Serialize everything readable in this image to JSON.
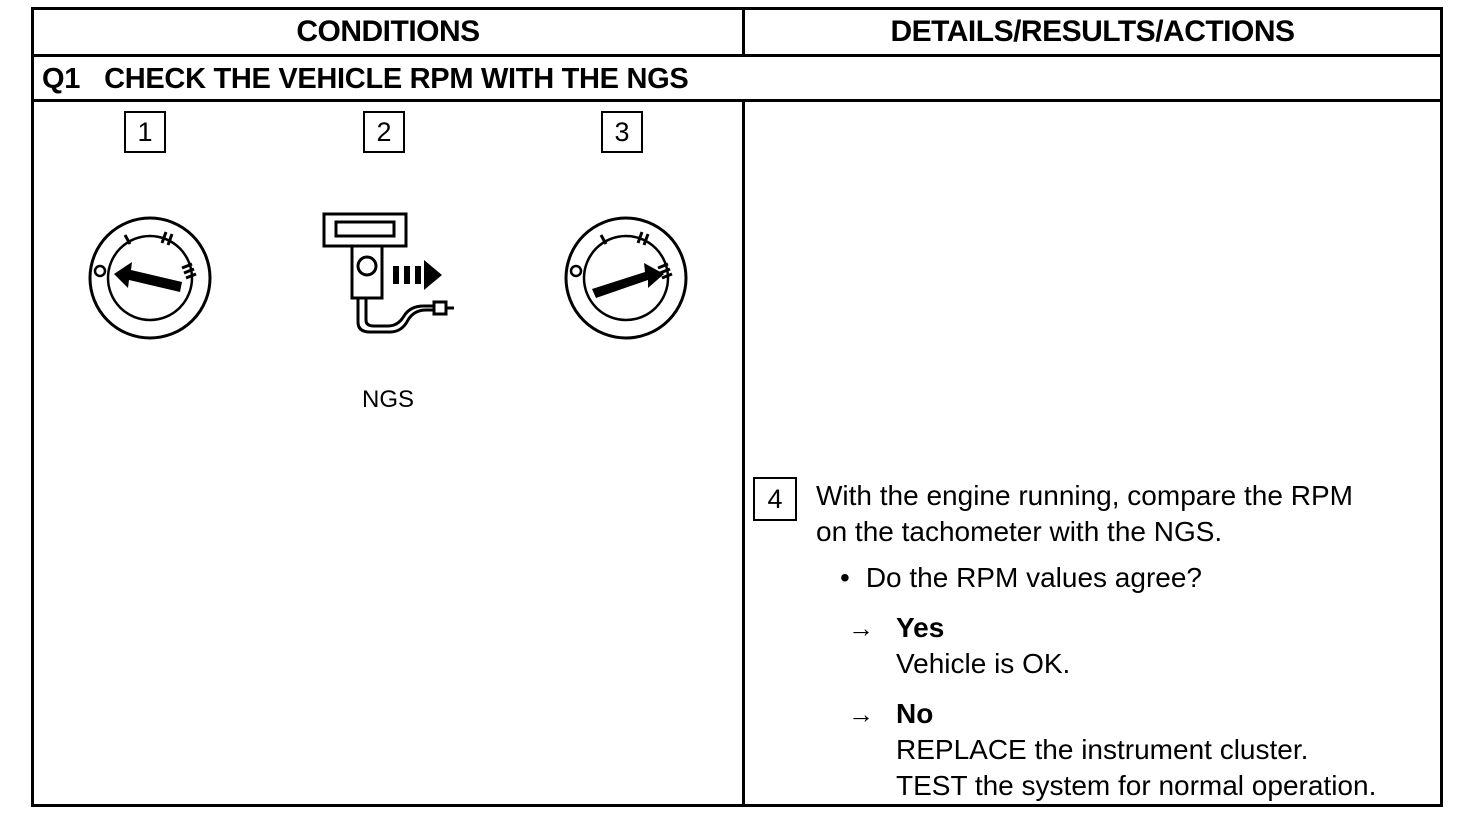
{
  "header": {
    "conditions": "CONDITIONS",
    "details": "DETAILS/RESULTS/ACTIONS"
  },
  "question": {
    "number": "Q1",
    "title": "CHECK THE VEHICLE RPM WITH THE NGS"
  },
  "steps": {
    "step1": "1",
    "step2": "2",
    "step3": "3",
    "step4": "4"
  },
  "illustrations": {
    "ignition_off_icon": "ignition-switch-off-icon",
    "ngs_tester_icon": "ngs-tester-icon",
    "ignition_run_icon": "ignition-switch-run-icon",
    "ngs_caption": "NGS"
  },
  "details": {
    "instruction_line1": "With the engine running, compare the RPM",
    "instruction_line2": "on the tachometer with the NGS.",
    "question": "Do the RPM values agree?",
    "yes": {
      "arrow": "→",
      "label": "Yes",
      "line1": "Vehicle is OK."
    },
    "no": {
      "arrow": "→",
      "label": "No",
      "line1": "REPLACE the instrument cluster.",
      "line2": "TEST the system for normal operation."
    }
  }
}
